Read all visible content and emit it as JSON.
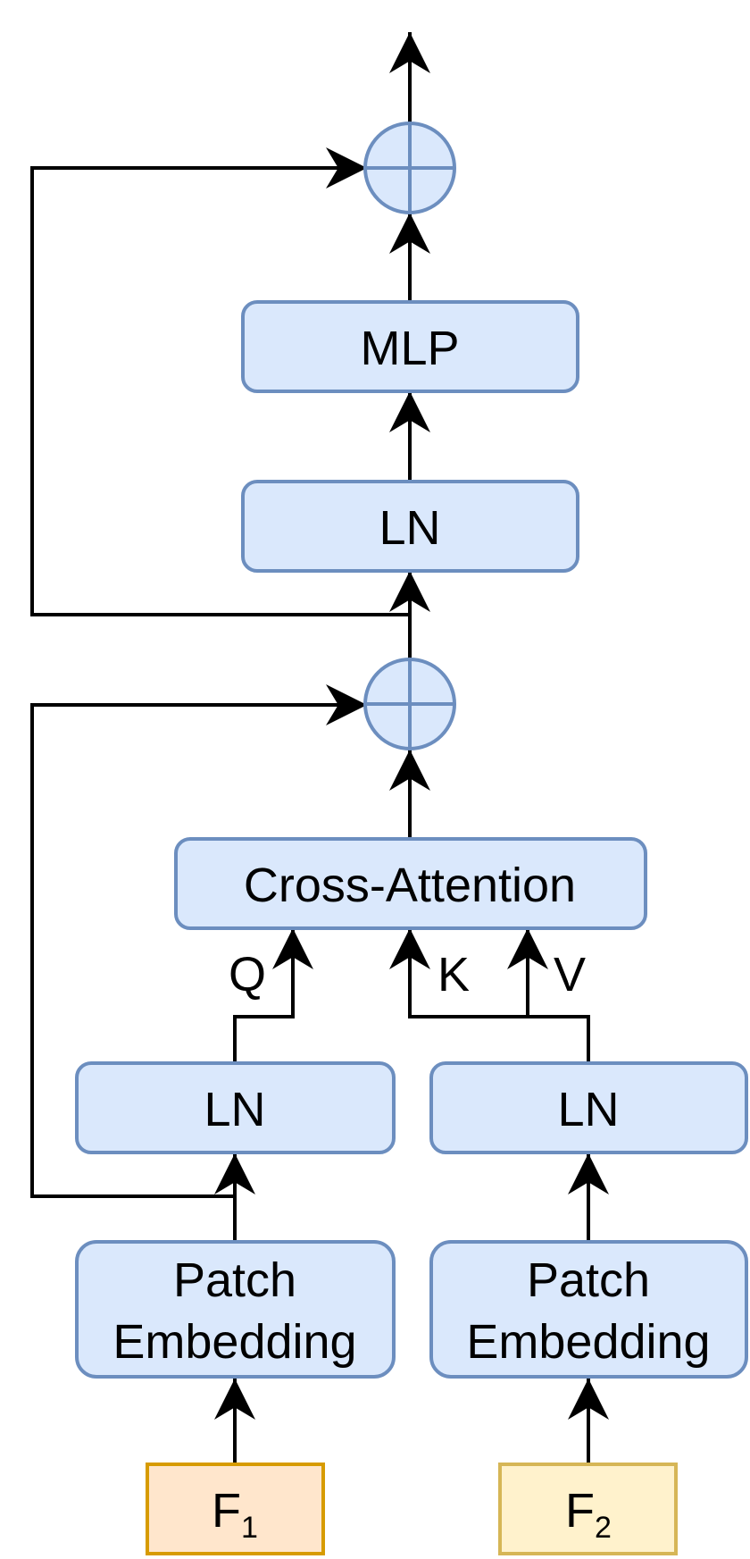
{
  "blocks": {
    "mlp": "MLP",
    "ln_top": "LN",
    "cross_attention": "Cross-Attention",
    "ln_left": "LN",
    "ln_right": "LN",
    "patch_embedding_left": [
      "Patch",
      "Embedding"
    ],
    "patch_embedding_right": [
      "Patch",
      "Embedding"
    ]
  },
  "inputs": {
    "f1": {
      "letter": "F",
      "subscript": "1"
    },
    "f2": {
      "letter": "F",
      "subscript": "2"
    }
  },
  "edge_labels": {
    "q": "Q",
    "k": "K",
    "v": "V"
  },
  "colors": {
    "block_fill": "#dae8fc",
    "block_stroke": "#6c8ebf",
    "f1_fill": "#ffe6cc",
    "f1_stroke": "#d79b00",
    "f2_fill": "#fff2cc",
    "f2_stroke": "#d6b656"
  }
}
